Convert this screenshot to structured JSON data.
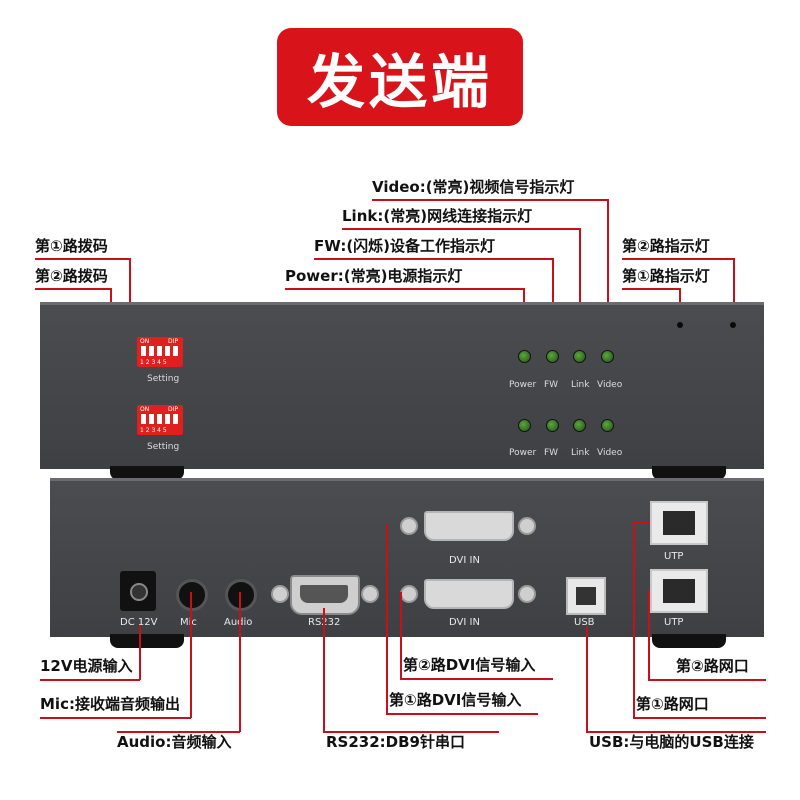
{
  "title": "发送端",
  "front_callouts": {
    "video_led": "Video:(常亮)视频信号指示灯",
    "link_led": "Link:(常亮)网线连接指示灯",
    "fw_led": "FW:(闪烁)设备工作指示灯",
    "power_led": "Power:(常亮)电源指示灯",
    "ch2_dip": "第②路拨码",
    "ch1_dip": "第①路拨码",
    "ch2_indicator": "第②路指示灯",
    "ch1_indicator": "第①路指示灯"
  },
  "front_panel": {
    "dip_on": "ON",
    "dip_dip": "DIP",
    "dip_numbers": "1 2 3 4 5",
    "setting": "Setting",
    "led_labels": [
      "Power",
      "FW",
      "Link",
      "Video"
    ]
  },
  "back_panel": {
    "dc": "DC 12V",
    "mic": "Mic",
    "audio": "Audio",
    "rs232": "RS232",
    "dvi_in": "DVI IN",
    "usb": "USB",
    "utp": "UTP"
  },
  "back_callouts": {
    "power_in": "12V电源输入",
    "mic": "Mic:接收端音频输出",
    "audio": "Audio:音频输入",
    "rs232": "RS232:DB9针串口",
    "dvi2": "第②路DVI信号输入",
    "dvi1": "第①路DVI信号输入",
    "usb": "USB:与电脑的USB连接",
    "net2": "第②路网口",
    "net1": "第①路网口"
  },
  "colors": {
    "accent": "#d8141a",
    "chassis": "#45474b",
    "led_green": "#3f8a2a"
  }
}
